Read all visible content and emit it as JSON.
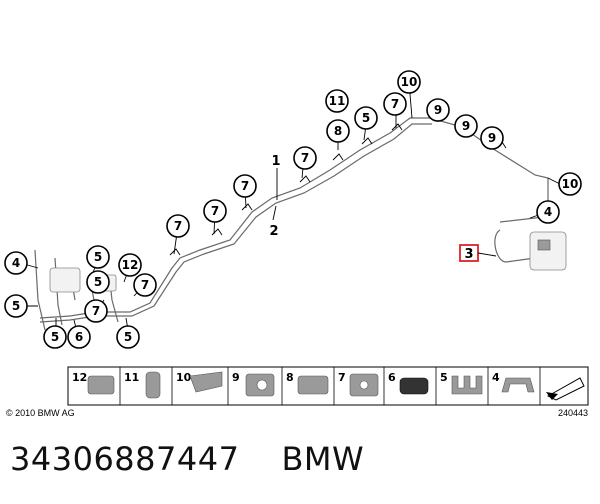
{
  "diagram": {
    "callouts": [
      {
        "id": "c1",
        "label": "4"
      },
      {
        "id": "c2",
        "label": "5"
      },
      {
        "id": "c3",
        "label": "5"
      },
      {
        "id": "c4",
        "label": "6"
      },
      {
        "id": "c5",
        "label": "5"
      },
      {
        "id": "c6",
        "label": "7"
      },
      {
        "id": "c7",
        "label": "5"
      },
      {
        "id": "c8",
        "label": "12"
      },
      {
        "id": "c9",
        "label": "7"
      },
      {
        "id": "c10",
        "label": "5"
      },
      {
        "id": "c11",
        "label": "7"
      },
      {
        "id": "c12",
        "label": "7"
      },
      {
        "id": "c13",
        "label": "7"
      },
      {
        "id": "c14",
        "label": "7"
      },
      {
        "id": "c15",
        "label": "8"
      },
      {
        "id": "c16",
        "label": "11"
      },
      {
        "id": "c17",
        "label": "5"
      },
      {
        "id": "c18",
        "label": "7"
      },
      {
        "id": "c19",
        "label": "10"
      },
      {
        "id": "c20",
        "label": "9"
      },
      {
        "id": "c21",
        "label": "9"
      },
      {
        "id": "c22",
        "label": "9"
      },
      {
        "id": "c23",
        "label": "10"
      },
      {
        "id": "c24",
        "label": "4"
      }
    ],
    "plain_labels": {
      "pipe_1": "1",
      "pipe_2": "2",
      "highlighted_part": "3"
    },
    "highlight_color": "#e0202a"
  },
  "legend": {
    "items": [
      {
        "label": "12"
      },
      {
        "label": "11"
      },
      {
        "label": "10"
      },
      {
        "label": "9"
      },
      {
        "label": "8"
      },
      {
        "label": "7"
      },
      {
        "label": "6"
      },
      {
        "label": "5"
      },
      {
        "label": "4"
      }
    ]
  },
  "footer": {
    "copyright": "© 2010 BMW AG",
    "diagram_id": "240443"
  },
  "caption": {
    "part_number": "34306887447",
    "brand": "BMW"
  }
}
